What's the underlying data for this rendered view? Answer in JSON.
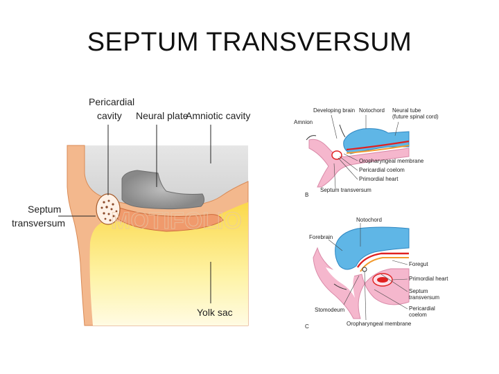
{
  "title": "SEPTUM TRANSVERSUM",
  "left_figure": {
    "labels": {
      "pericardial_cavity_line1": "Pericardial",
      "pericardial_cavity_line2": "cavity",
      "neural_plate": "Neural plate",
      "amniotic_cavity": "Amniotic cavity",
      "septum_line1": "Septum",
      "septum_line2": "transversum",
      "yolk_sac": "Yolk sac"
    },
    "watermark": "MOTIFOLIO"
  },
  "right_top_figure": {
    "panel_letter": "B",
    "labels": {
      "developing_brain": "Developing brain",
      "notochord": "Notochord",
      "neural_tube_line1": "Neural tube",
      "neural_tube_line2": "(future spinal cord)",
      "amnion": "Amnion",
      "oropharyngeal_membrane": "Oropharyngeal membrane",
      "pericardial_coelom": "Pericardial coelom",
      "primordial_heart": "Primordial heart",
      "septum_transversum": "Septum transversum"
    }
  },
  "right_bottom_figure": {
    "panel_letter": "C",
    "labels": {
      "notochord": "Notochord",
      "forebrain": "Forebrain",
      "foregut": "Foregut",
      "primordial_heart": "Primordial heart",
      "septum_line1": "Septum",
      "septum_line2": "transversum",
      "pericardial_line1": "Pericardial",
      "pericardial_line2": "coelom",
      "stomodeum": "Stomodeum",
      "oropharyngeal_membrane": "Oropharyngeal membrane"
    }
  },
  "colors": {
    "tan": "#f2b489",
    "yolk": "#fde56a",
    "gray": "#dcdcdc",
    "pink": "#f4b3cc",
    "blue": "#5fb6e6",
    "red": "#e02020"
  }
}
